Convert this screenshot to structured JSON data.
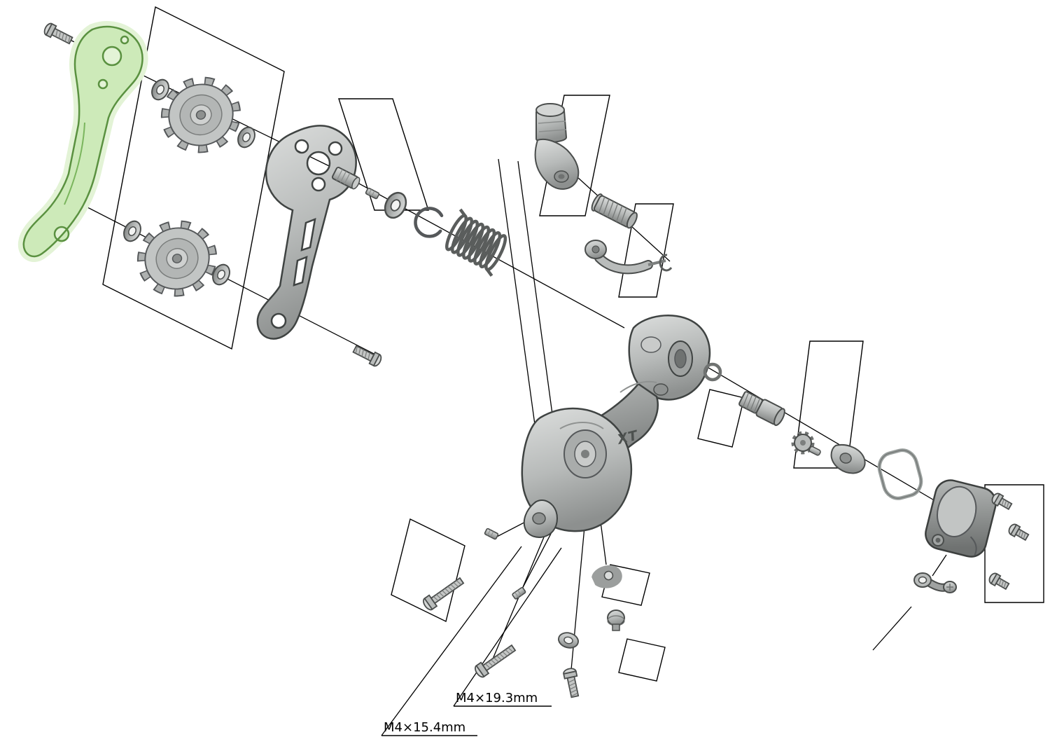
{
  "labels": {
    "bolt_spec_top": "M4×19.3mm",
    "bolt_spec_bottom": "M4×15.4mm"
  },
  "markings": {
    "body_logo": "XT"
  },
  "colors": {
    "highlight_fill": "#cdeab9",
    "highlight_glow": "#e3f3d6",
    "highlight_stroke": "#5a9140",
    "metal_light": "#dcdedd",
    "metal_mid": "#b7bab9",
    "metal_dark": "#8d908f",
    "outline": "#3f4342",
    "leader_line": "#000000",
    "background": "#ffffff"
  }
}
